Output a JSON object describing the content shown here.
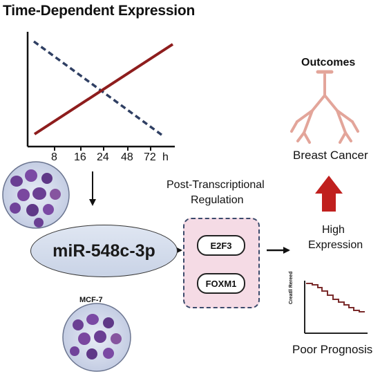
{
  "title": "Time-Dependent Expression",
  "line_chart": {
    "x_ticks": [
      "8",
      "16",
      "24",
      "48",
      "72",
      "h"
    ],
    "colors": {
      "rising_line": "#8e1d1d",
      "falling_line": "#2f3f63"
    }
  },
  "mirna_label": "miR-548c-3p",
  "cell_line_label": "MCF-7",
  "regulation": {
    "line1": "Post-Transcriptional",
    "line2": "Regulation",
    "genes": [
      "E2F3",
      "FOXM1"
    ],
    "box_color": "#f5dbe5"
  },
  "outcomes": {
    "title": "Outcomes",
    "disease": "Breast Cancer",
    "expression_line1": "High",
    "expression_line2": "Expression",
    "arrow_color": "#c0201e"
  },
  "survival_chart": {
    "ylabel": "Creatll Rereed",
    "caption": "Poor Prognosis",
    "line_color": "#7a2b2b"
  }
}
